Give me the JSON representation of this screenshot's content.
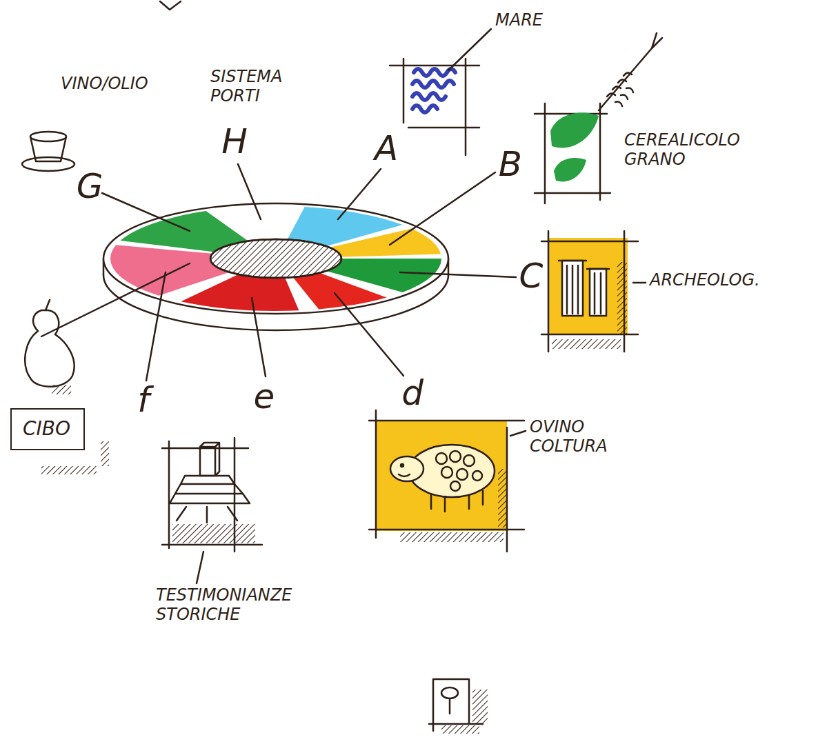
{
  "diagram": {
    "nodes": [
      {
        "text": [
          "MARE"
        ]
      },
      {
        "text": [
          "CEREALICOLO GRANO"
        ]
      },
      {
        "text": [
          "ARCHEOLOG."
        ]
      },
      {
        "text": [
          "CIBO"
        ]
      },
      {
        "text": [
          "OVINO COLTURA"
        ]
      },
      {
        "text": [
          "TESTIMONIANZE STORICHE"
        ]
      }
    ],
    "labels": [
      "VINO/OLIO",
      "SISTEMA PORTI",
      "H",
      "A",
      "G",
      "B",
      "C",
      "f",
      "e",
      "d"
    ]
  }
}
